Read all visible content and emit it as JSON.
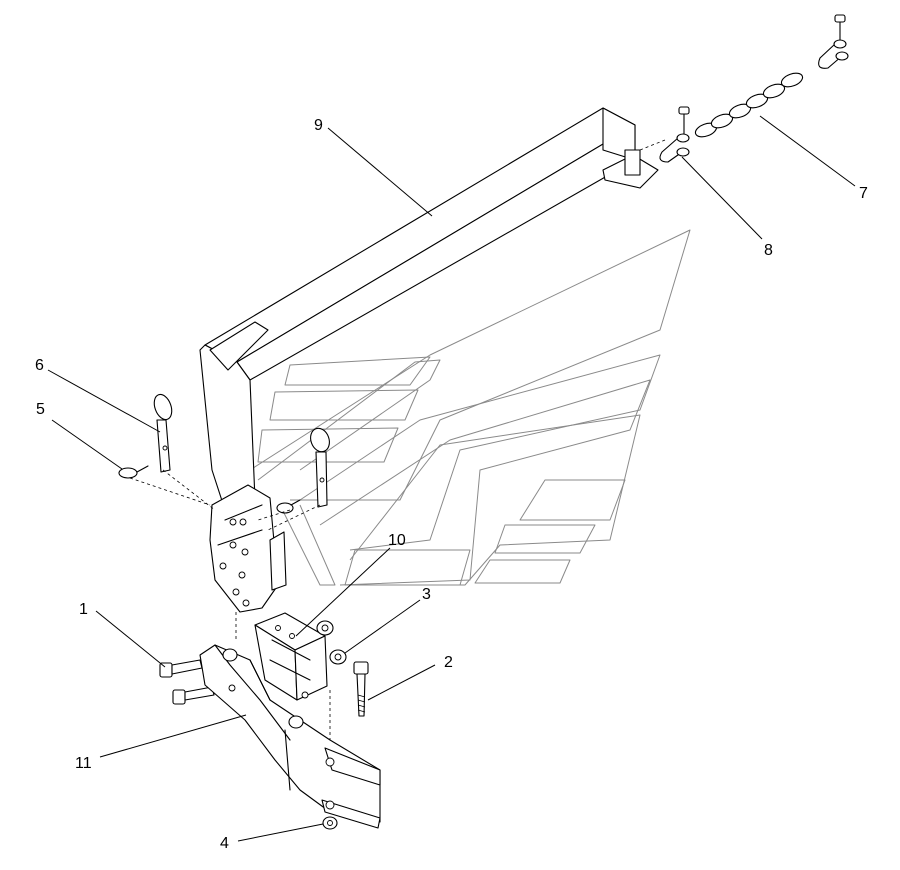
{
  "callouts": {
    "n1": "1",
    "n2": "2",
    "n3": "3",
    "n4": "4",
    "n5": "5",
    "n6": "6",
    "n7": "7",
    "n8": "8",
    "n9": "9",
    "n10": "10",
    "n11": "11"
  },
  "colors": {
    "line": "#000000",
    "background_outline": "#8a8a8a",
    "paper": "#ffffff"
  }
}
